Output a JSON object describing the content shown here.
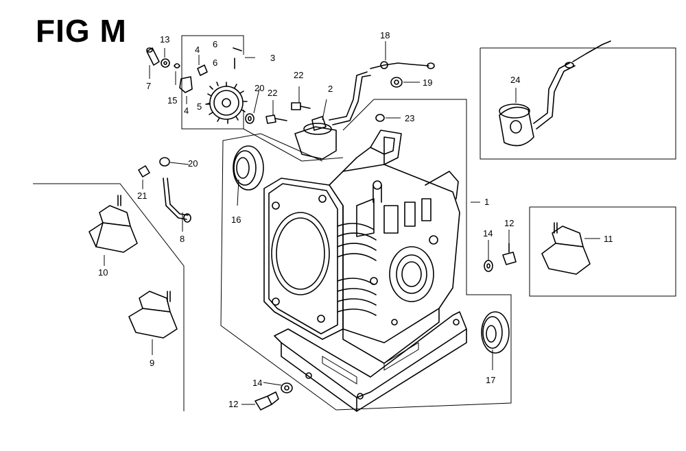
{
  "figure": {
    "title": "FIG M"
  },
  "callouts": {
    "c1": "1",
    "c2": "2",
    "c3": "3",
    "c4a": "4",
    "c4b": "4",
    "c5": "5",
    "c6a": "6",
    "c6b": "6",
    "c7": "7",
    "c8": "8",
    "c9": "9",
    "c10": "10",
    "c11": "11",
    "c12a": "12",
    "c12b": "12",
    "c13": "13",
    "c14a": "14",
    "c14b": "14",
    "c15": "15",
    "c16": "16",
    "c17": "17",
    "c18": "18",
    "c19": "19",
    "c20a": "20",
    "c20b": "20",
    "c21": "21",
    "c22a": "22",
    "c22b": "22",
    "c23": "23",
    "c24": "24"
  },
  "colors": {
    "ink": "#000000",
    "paper": "#ffffff"
  }
}
